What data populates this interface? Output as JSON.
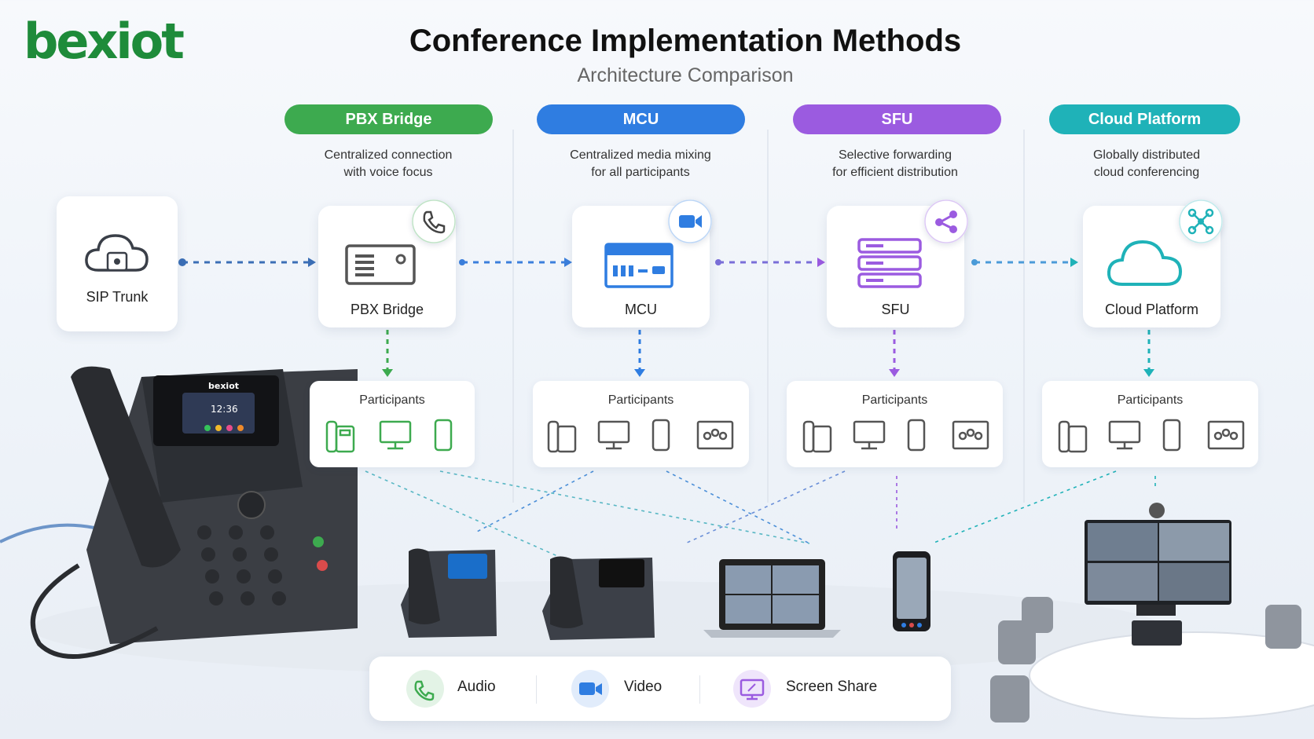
{
  "brand": {
    "logo_text": "bexiot",
    "color": "#1e8b3a"
  },
  "header": {
    "title": "Conference Implementation Methods",
    "subtitle": "Architecture Comparison"
  },
  "source": {
    "label": "SIP Trunk",
    "icon": "cloud-icon"
  },
  "methods": [
    {
      "pill": "PBX Bridge",
      "desc_line1": "Centralized connection",
      "desc_line2": "with voice focus",
      "card_label": "PBX Bridge",
      "badge_icon": "phone-icon",
      "color": "#3daa4f"
    },
    {
      "pill": "MCU",
      "desc_line1": "Centralized media mixing",
      "desc_line2": "for all participants",
      "card_label": "MCU",
      "badge_icon": "video-camera-icon",
      "color": "#2f7de1"
    },
    {
      "pill": "SFU",
      "desc_line1": "Selective forwarding",
      "desc_line2": "for efficient distribution",
      "card_label": "SFU",
      "badge_icon": "share-icon",
      "color": "#9b5be0"
    },
    {
      "pill": "Cloud Platform",
      "desc_line1": "Globally distributed",
      "desc_line2": "cloud conferencing",
      "card_label": "Cloud Platform",
      "badge_icon": "network-icon",
      "color": "#1fb2b8"
    }
  ],
  "participants_label": "Participants",
  "participant_icons": [
    "desk-phone-icon",
    "monitor-icon",
    "mobile-phone-icon",
    "meeting-room-icon"
  ],
  "legend": [
    {
      "label": "Audio",
      "icon": "audio-icon",
      "color": "#3daa4f"
    },
    {
      "label": "Video",
      "icon": "video-icon",
      "color": "#2f7de1"
    },
    {
      "label": "Screen Share",
      "icon": "screen-share-icon",
      "color": "#9b5be0"
    }
  ],
  "device_text": {
    "phone_brand": "bexiot",
    "phone_time": "12:36"
  }
}
